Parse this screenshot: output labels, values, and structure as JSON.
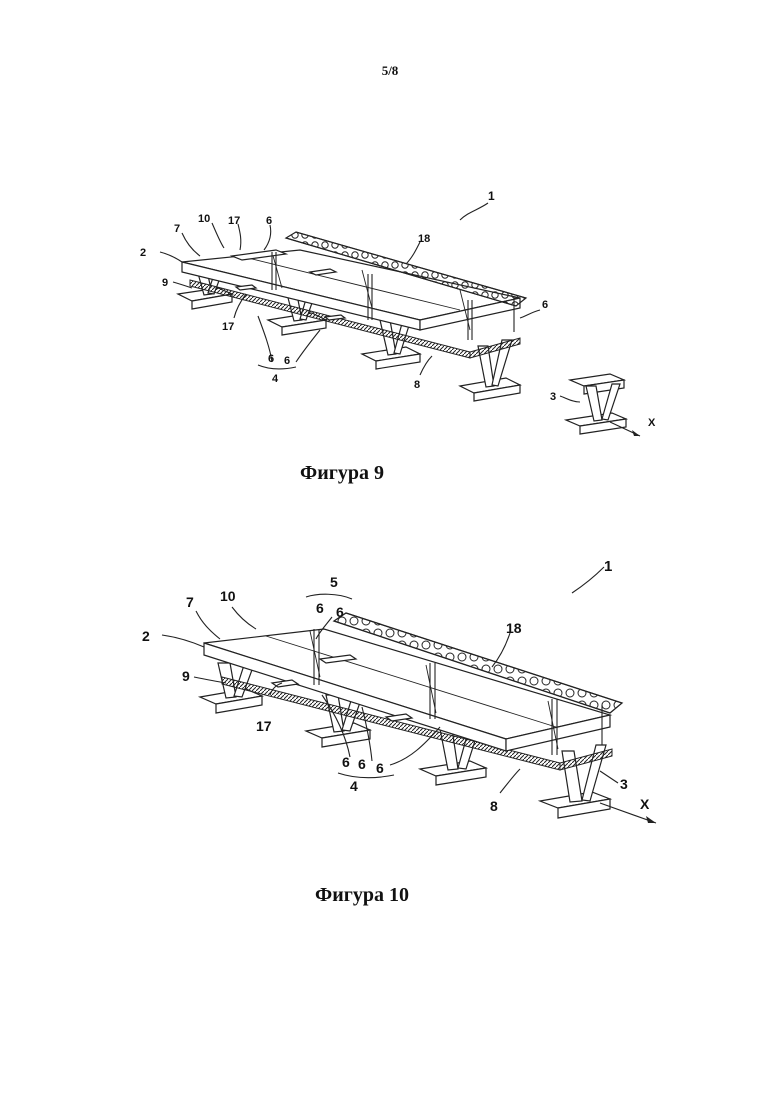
{
  "page": {
    "number": "5/8"
  },
  "figure9": {
    "caption": "Фигура 9",
    "labels": {
      "n1": "1",
      "n2": "2",
      "n7": "7",
      "n10": "10",
      "n17a": "17",
      "n6a": "6",
      "n18": "18",
      "n9": "9",
      "n17b": "17",
      "n6b": "6",
      "n6c": "6",
      "n4": "4",
      "n8": "8",
      "n6d": "6",
      "n3": "3",
      "x": "X"
    }
  },
  "figure10": {
    "caption": "Фигура 10",
    "labels": {
      "n1": "1",
      "n5": "5",
      "n6a": "6",
      "n6b": "6",
      "n7": "7",
      "n10": "10",
      "n2": "2",
      "n18": "18",
      "n9": "9",
      "n17": "17",
      "n6c": "6",
      "n6d": "6",
      "n6e": "6",
      "n4": "4",
      "n8": "8",
      "n3": "3",
      "x": "X"
    }
  }
}
